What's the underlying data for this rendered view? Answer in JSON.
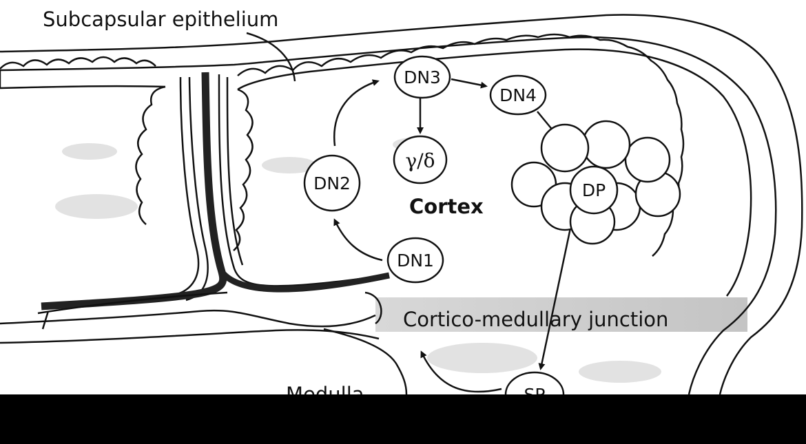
{
  "labels": {
    "subcapsular": "Subcapsular epithelium",
    "cortex": "Cortex",
    "junction": "Cortico-medullary junction",
    "medulla": "Medulla"
  },
  "nodes": {
    "dn1": "DN1",
    "dn2": "DN2",
    "dn3": "DN3",
    "dn4": "DN4",
    "gd": "γ/δ",
    "dp": "DP",
    "sp": "SP"
  }
}
